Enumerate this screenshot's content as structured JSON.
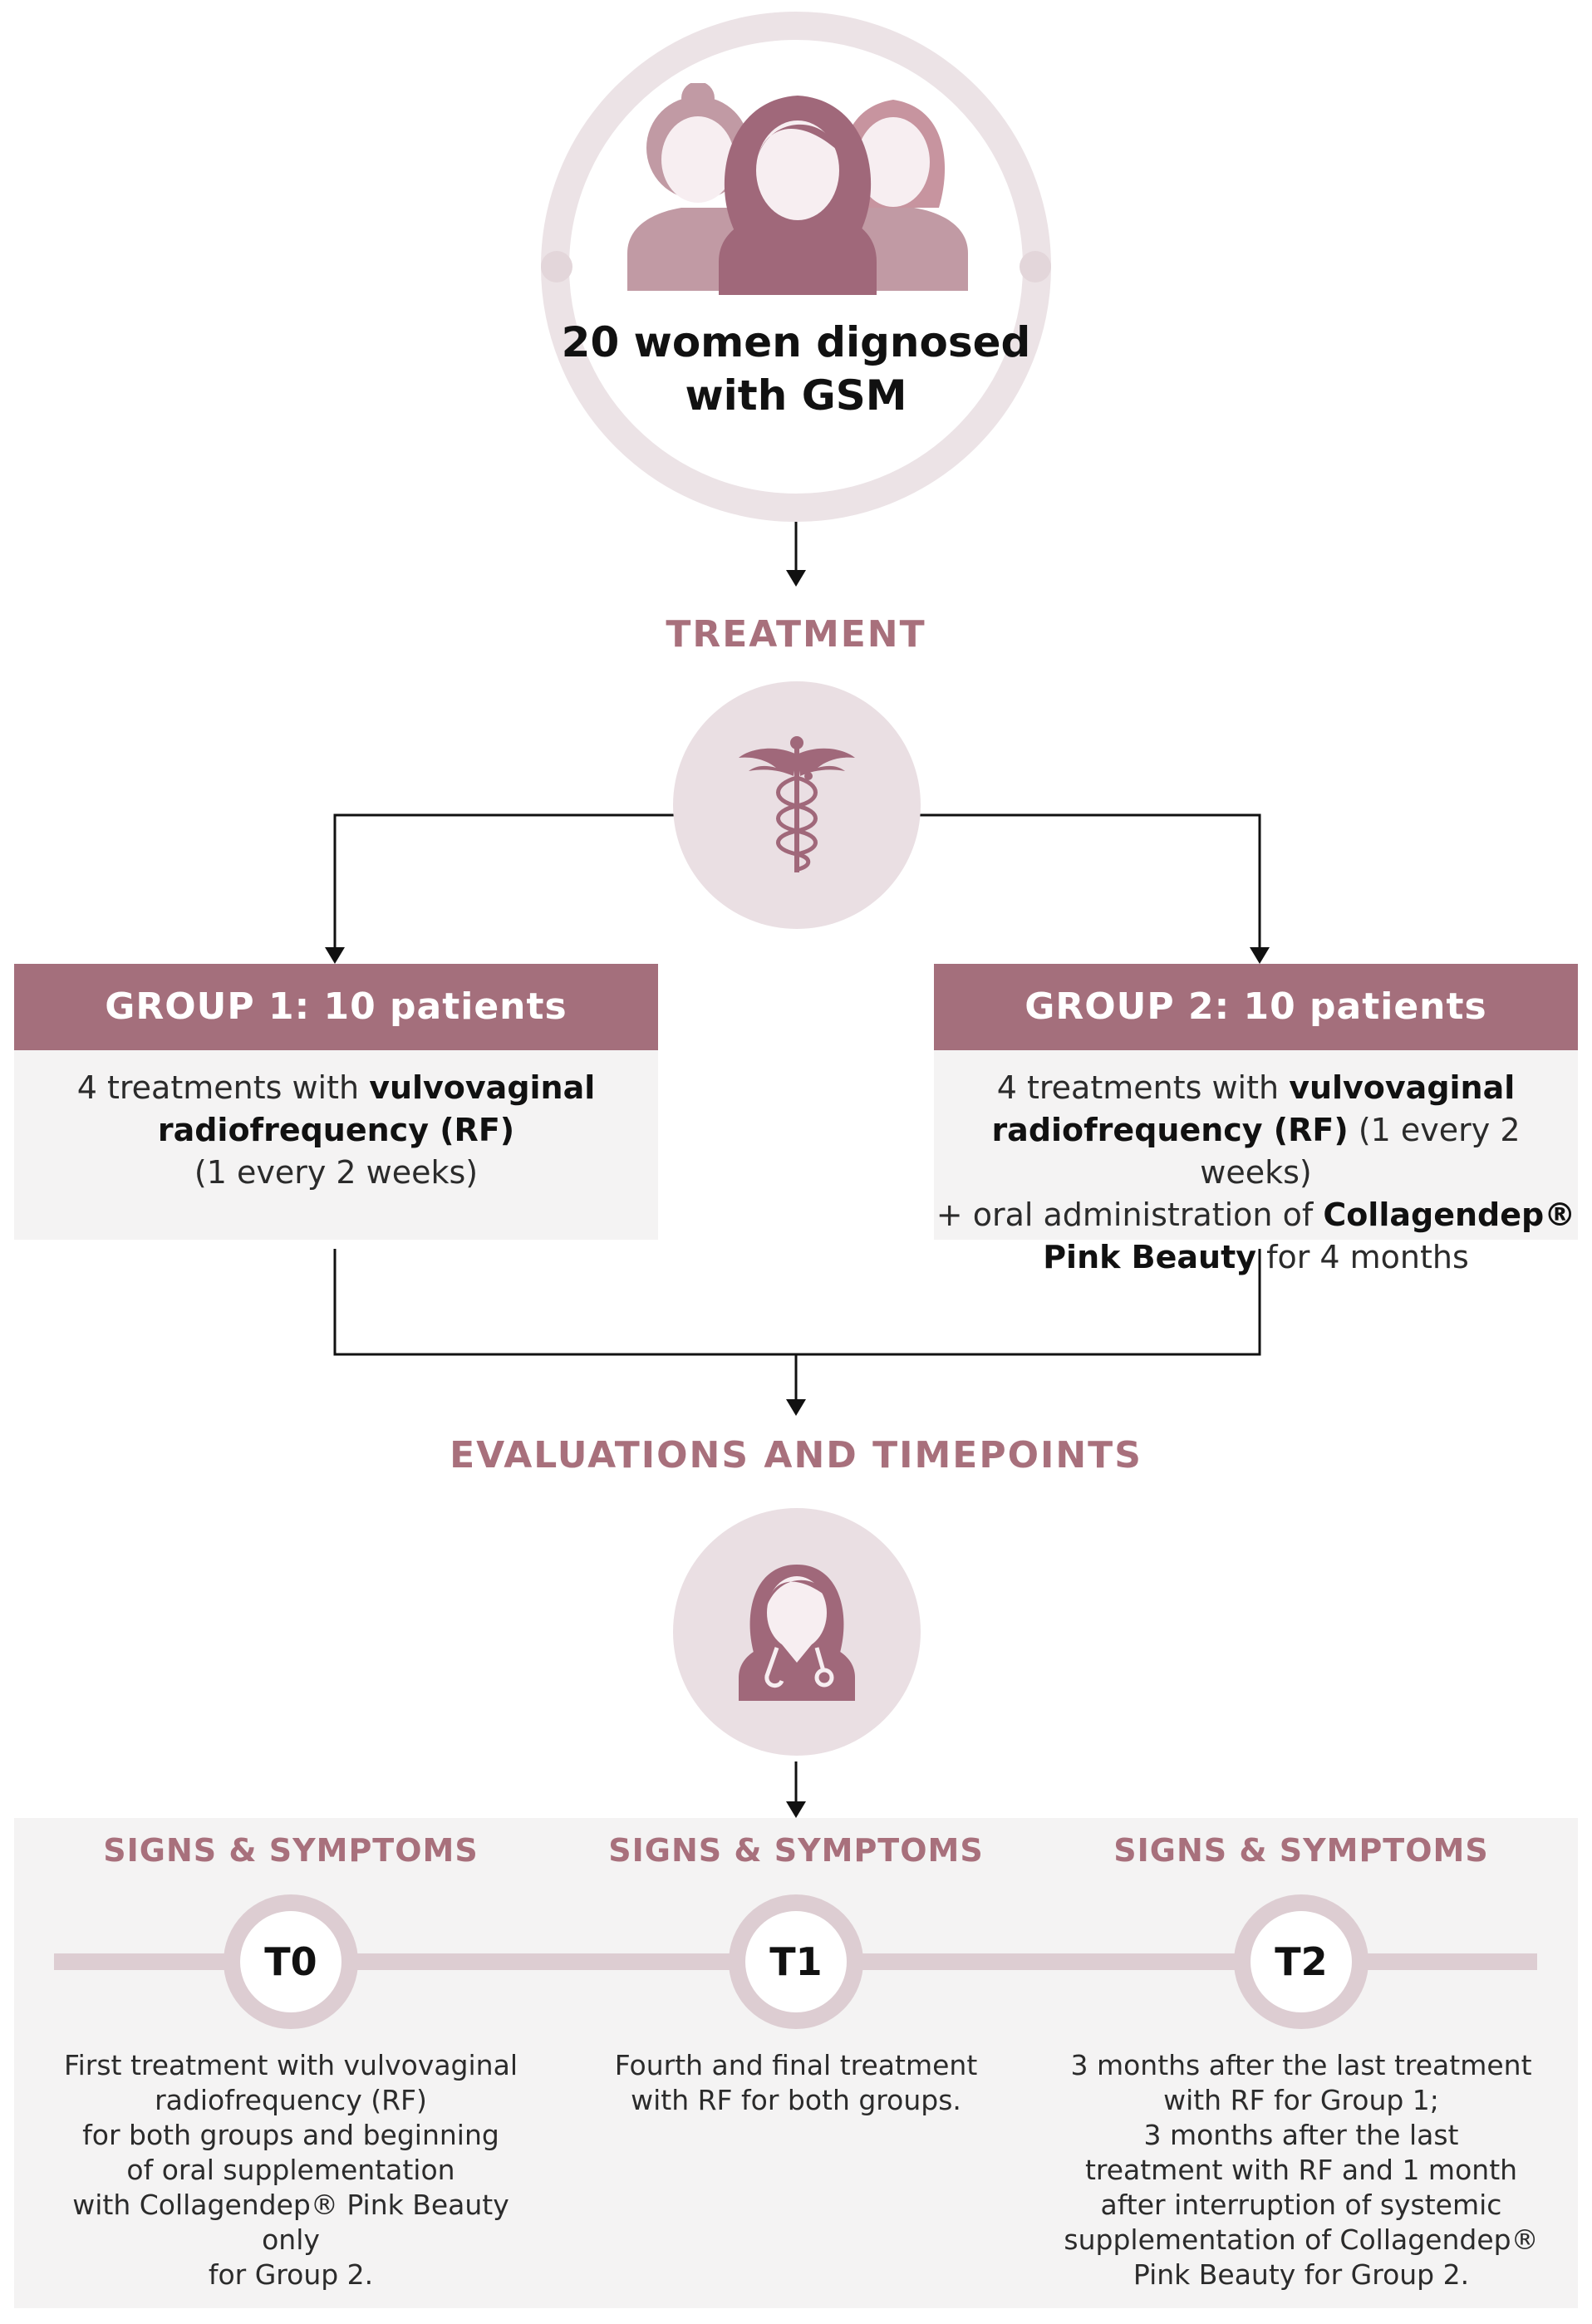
{
  "intro": {
    "line1": "20 women dignosed",
    "line2": "with GSM"
  },
  "treatment": {
    "title": "TREATMENT"
  },
  "groups": [
    {
      "header_bold": "GROUP 1:",
      "header_rest": " 10 patients",
      "body": [
        [
          {
            "t": "4 treatments with ",
            "b": false
          },
          {
            "t": "vulvovaginal",
            "b": true
          }
        ],
        [
          {
            "t": "radiofrequency (RF)",
            "b": true
          }
        ],
        [
          {
            "t": "(1 every 2 weeks)",
            "b": false
          }
        ]
      ]
    },
    {
      "header_bold": "GROUP 2:",
      "header_rest": " 10 patients",
      "body": [
        [
          {
            "t": "4 treatments with ",
            "b": false
          },
          {
            "t": "vulvovaginal",
            "b": true
          }
        ],
        [
          {
            "t": "radiofrequency (RF)",
            "b": true
          },
          {
            "t": " (1 every 2 weeks)",
            "b": false
          }
        ],
        [
          {
            "t": "+ oral administration of ",
            "b": false
          },
          {
            "t": "Collagendep®",
            "b": true
          }
        ],
        [
          {
            "t": "Pink Beauty",
            "b": true
          },
          {
            "t": " for 4 months",
            "b": false
          }
        ]
      ]
    }
  ],
  "evaluations": {
    "title": "EVALUATIONS AND TIMEPOINTS"
  },
  "timepoints": [
    {
      "column_title": "SIGNS & SYMPTOMS",
      "label": "T0",
      "description_lines": [
        "First treatment with vulvovaginal",
        "radiofrequency (RF)",
        "for both groups and beginning",
        "of oral supplementation",
        "with Collagendep® Pink Beauty only",
        "for Group 2."
      ]
    },
    {
      "column_title": "SIGNS & SYMPTOMS",
      "label": "T1",
      "description_lines": [
        "Fourth and final treatment",
        "with RF for both groups."
      ]
    },
    {
      "column_title": "SIGNS & SYMPTOMS",
      "label": "T2",
      "description_lines": [
        "3 months after the last treatment",
        "with RF for Group 1;",
        "3 months after the last",
        "treatment with RF and 1 month",
        "after interruption of systemic",
        "supplementation of Collagendep®",
        "Pink Beauty for Group 2."
      ]
    }
  ],
  "colors": {
    "accent": "#a46f7c",
    "accent_light": "#eadfe3",
    "panel": "#f4f3f3"
  },
  "icons": [
    "women-group-icon",
    "caduceus-icon",
    "doctor-icon"
  ]
}
